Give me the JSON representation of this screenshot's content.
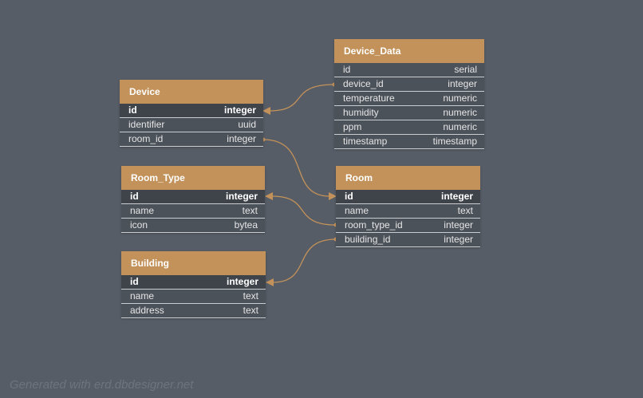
{
  "tables": [
    {
      "name": "Device",
      "columns": [
        {
          "name": "id",
          "type": "integer",
          "pk": true
        },
        {
          "name": "identifier",
          "type": "uuid",
          "pk": false
        },
        {
          "name": "room_id",
          "type": "integer",
          "pk": false
        }
      ]
    },
    {
      "name": "Device_Data",
      "columns": [
        {
          "name": "id",
          "type": "serial",
          "pk": false
        },
        {
          "name": "device_id",
          "type": "integer",
          "pk": false
        },
        {
          "name": "temperature",
          "type": "numeric",
          "pk": false
        },
        {
          "name": "humidity",
          "type": "numeric",
          "pk": false
        },
        {
          "name": "ppm",
          "type": "numeric",
          "pk": false
        },
        {
          "name": "timestamp",
          "type": "timestamp",
          "pk": false
        }
      ]
    },
    {
      "name": "Room_Type",
      "columns": [
        {
          "name": "id",
          "type": "integer",
          "pk": true
        },
        {
          "name": "name",
          "type": "text",
          "pk": false
        },
        {
          "name": "icon",
          "type": "bytea",
          "pk": false
        }
      ]
    },
    {
      "name": "Room",
      "columns": [
        {
          "name": "id",
          "type": "integer",
          "pk": true
        },
        {
          "name": "name",
          "type": "text",
          "pk": false
        },
        {
          "name": "room_type_id",
          "type": "integer",
          "pk": false
        },
        {
          "name": "building_id",
          "type": "integer",
          "pk": false
        }
      ]
    },
    {
      "name": "Building",
      "columns": [
        {
          "name": "id",
          "type": "integer",
          "pk": true
        },
        {
          "name": "name",
          "type": "text",
          "pk": false
        },
        {
          "name": "address",
          "type": "text",
          "pk": false
        }
      ]
    }
  ],
  "relationships": [
    {
      "from": "Device_Data.device_id",
      "to": "Device.id"
    },
    {
      "from": "Device.room_id",
      "to": "Room.id"
    },
    {
      "from": "Room.room_type_id",
      "to": "Room_Type.id"
    },
    {
      "from": "Room.building_id",
      "to": "Building.id"
    }
  ],
  "colors": {
    "background": "#575d66",
    "header": "#c3925a",
    "body": "#4c525a",
    "pk_row": "#3f444b",
    "connector": "#c3925a"
  },
  "footer": {
    "credit": "Generated with erd.dbdesigner.net"
  }
}
